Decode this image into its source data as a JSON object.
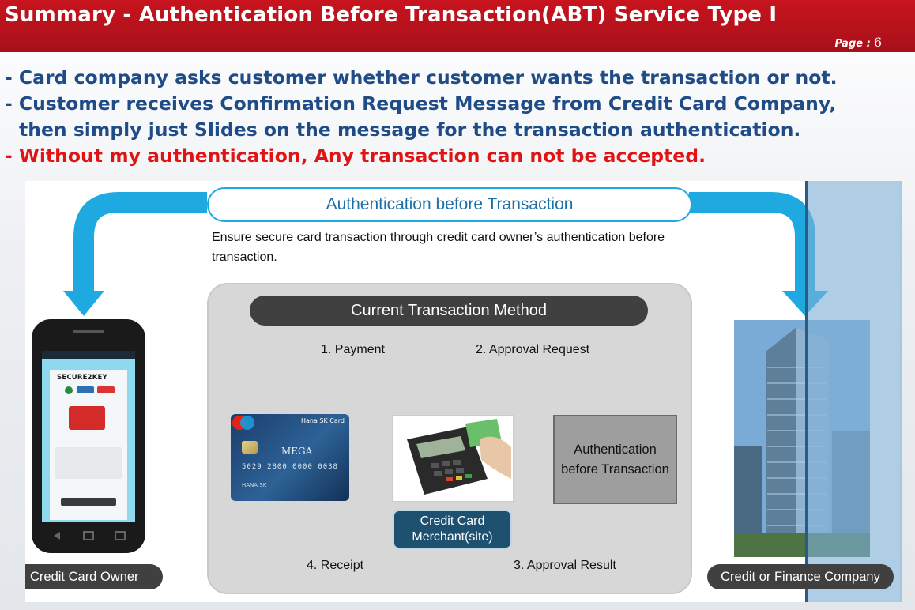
{
  "header": {
    "title": "Summary - Authentication Before Transaction(ABT) Service Type I",
    "page_label": "Page :",
    "page_number": "6"
  },
  "bullets": {
    "line1": "- Card company asks customer whether customer wants the transaction or not.",
    "line2": "- Customer receives Confirmation Request Message from Credit Card Company,",
    "line3": "then simply just Slides on the message for the transaction authentication.",
    "line4": "- Without my authentication, Any transaction can not be accepted."
  },
  "diagram": {
    "header": "Authentication before Transaction",
    "description": "Ensure secure card transaction through credit card owner’s authentication before transaction.",
    "panel_title": "Current Transaction Method",
    "steps": {
      "payment": "1. Payment",
      "approval_request": "2. Approval Request",
      "approval_result": "3. Approval Result",
      "receipt": "4. Receipt"
    },
    "auth_box": "Authentication before Transaction",
    "merchant_line1": "Credit Card",
    "merchant_line2": "Merchant(site)",
    "owner_label": "Credit Card Owner",
    "company_label": "Credit or Finance Company",
    "phone_app": "SECURE2KEY",
    "card_brand": "Hana SK Card",
    "card_name": "MEGA",
    "card_number": "5029 2800 0000 0038",
    "card_holder": "HANA SK",
    "card_network": "Maestro"
  },
  "colors": {
    "title_bar": "#b3111b",
    "bullet_text": "#1f4c86",
    "bullet_alert": "#e01414",
    "blue_arrow": "#1ea9e0",
    "orange_arrow": "#f0622a",
    "pill_dark": "#404040",
    "merchant": "#1e5070"
  },
  "icons": [
    "blue-curved-arrow-icon",
    "orange-curved-arrow-icon",
    "smartphone-icon",
    "credit-card-icon",
    "pos-terminal-icon",
    "building-icon"
  ]
}
